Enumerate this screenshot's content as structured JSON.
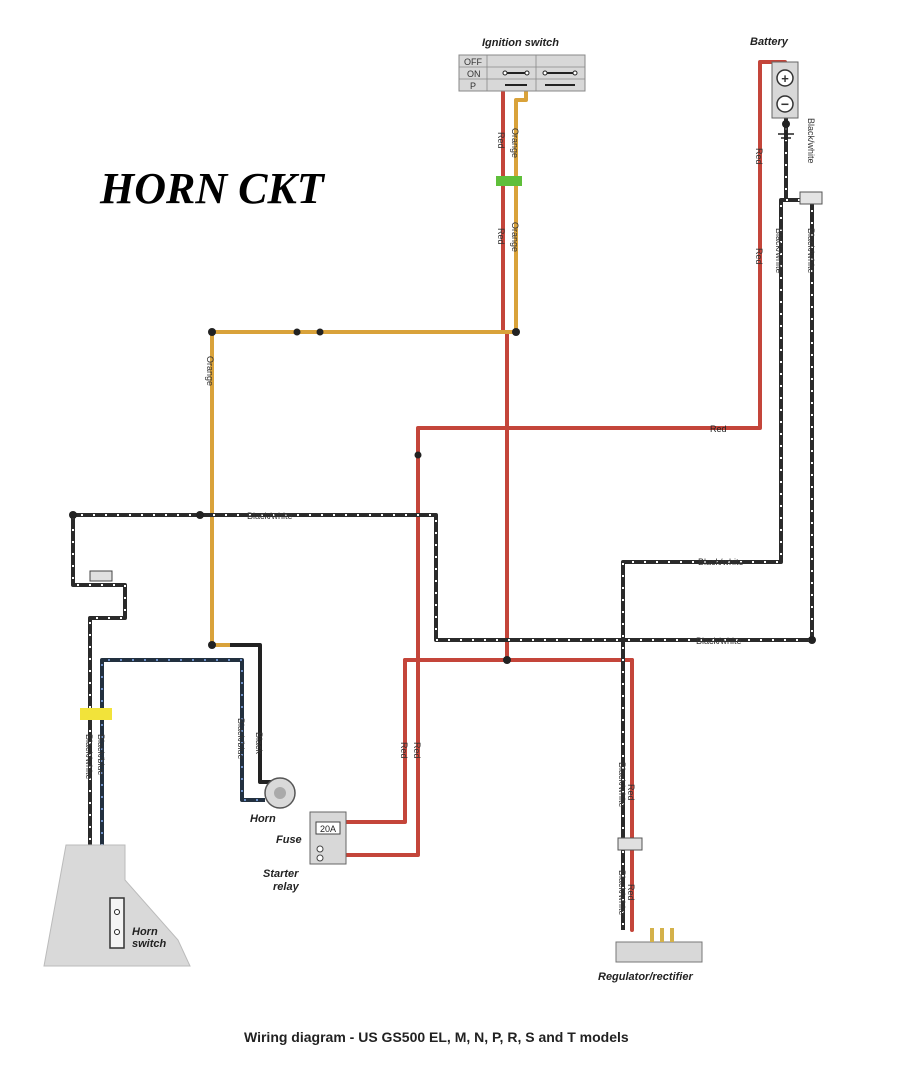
{
  "title": "HORN CKT",
  "caption": "Wiring diagram - US GS500 EL, M, N, P, R, S and T models",
  "components": {
    "ignition_switch": "Ignition switch",
    "ignition_positions": [
      "OFF",
      "ON",
      "P"
    ],
    "battery": "Battery",
    "horn": "Horn",
    "fuse": "Fuse",
    "fuse_rating": "20A",
    "starter_relay_line1": "Starter",
    "starter_relay_line2": "relay",
    "horn_switch_line1": "Horn",
    "horn_switch_line2": "switch",
    "regulator": "Regulator/rectifier"
  },
  "wire_labels": {
    "red": "Red",
    "orange": "Orange",
    "black_white": "Black/white",
    "black_blue": "Black/blue",
    "black": "Black"
  },
  "colors": {
    "red_wire": "#c4453a",
    "orange_wire": "#d9a23a",
    "black_wire": "#2b2b2b",
    "connector_green": "#5fbf3a",
    "connector_yellow": "#f2e33a"
  }
}
